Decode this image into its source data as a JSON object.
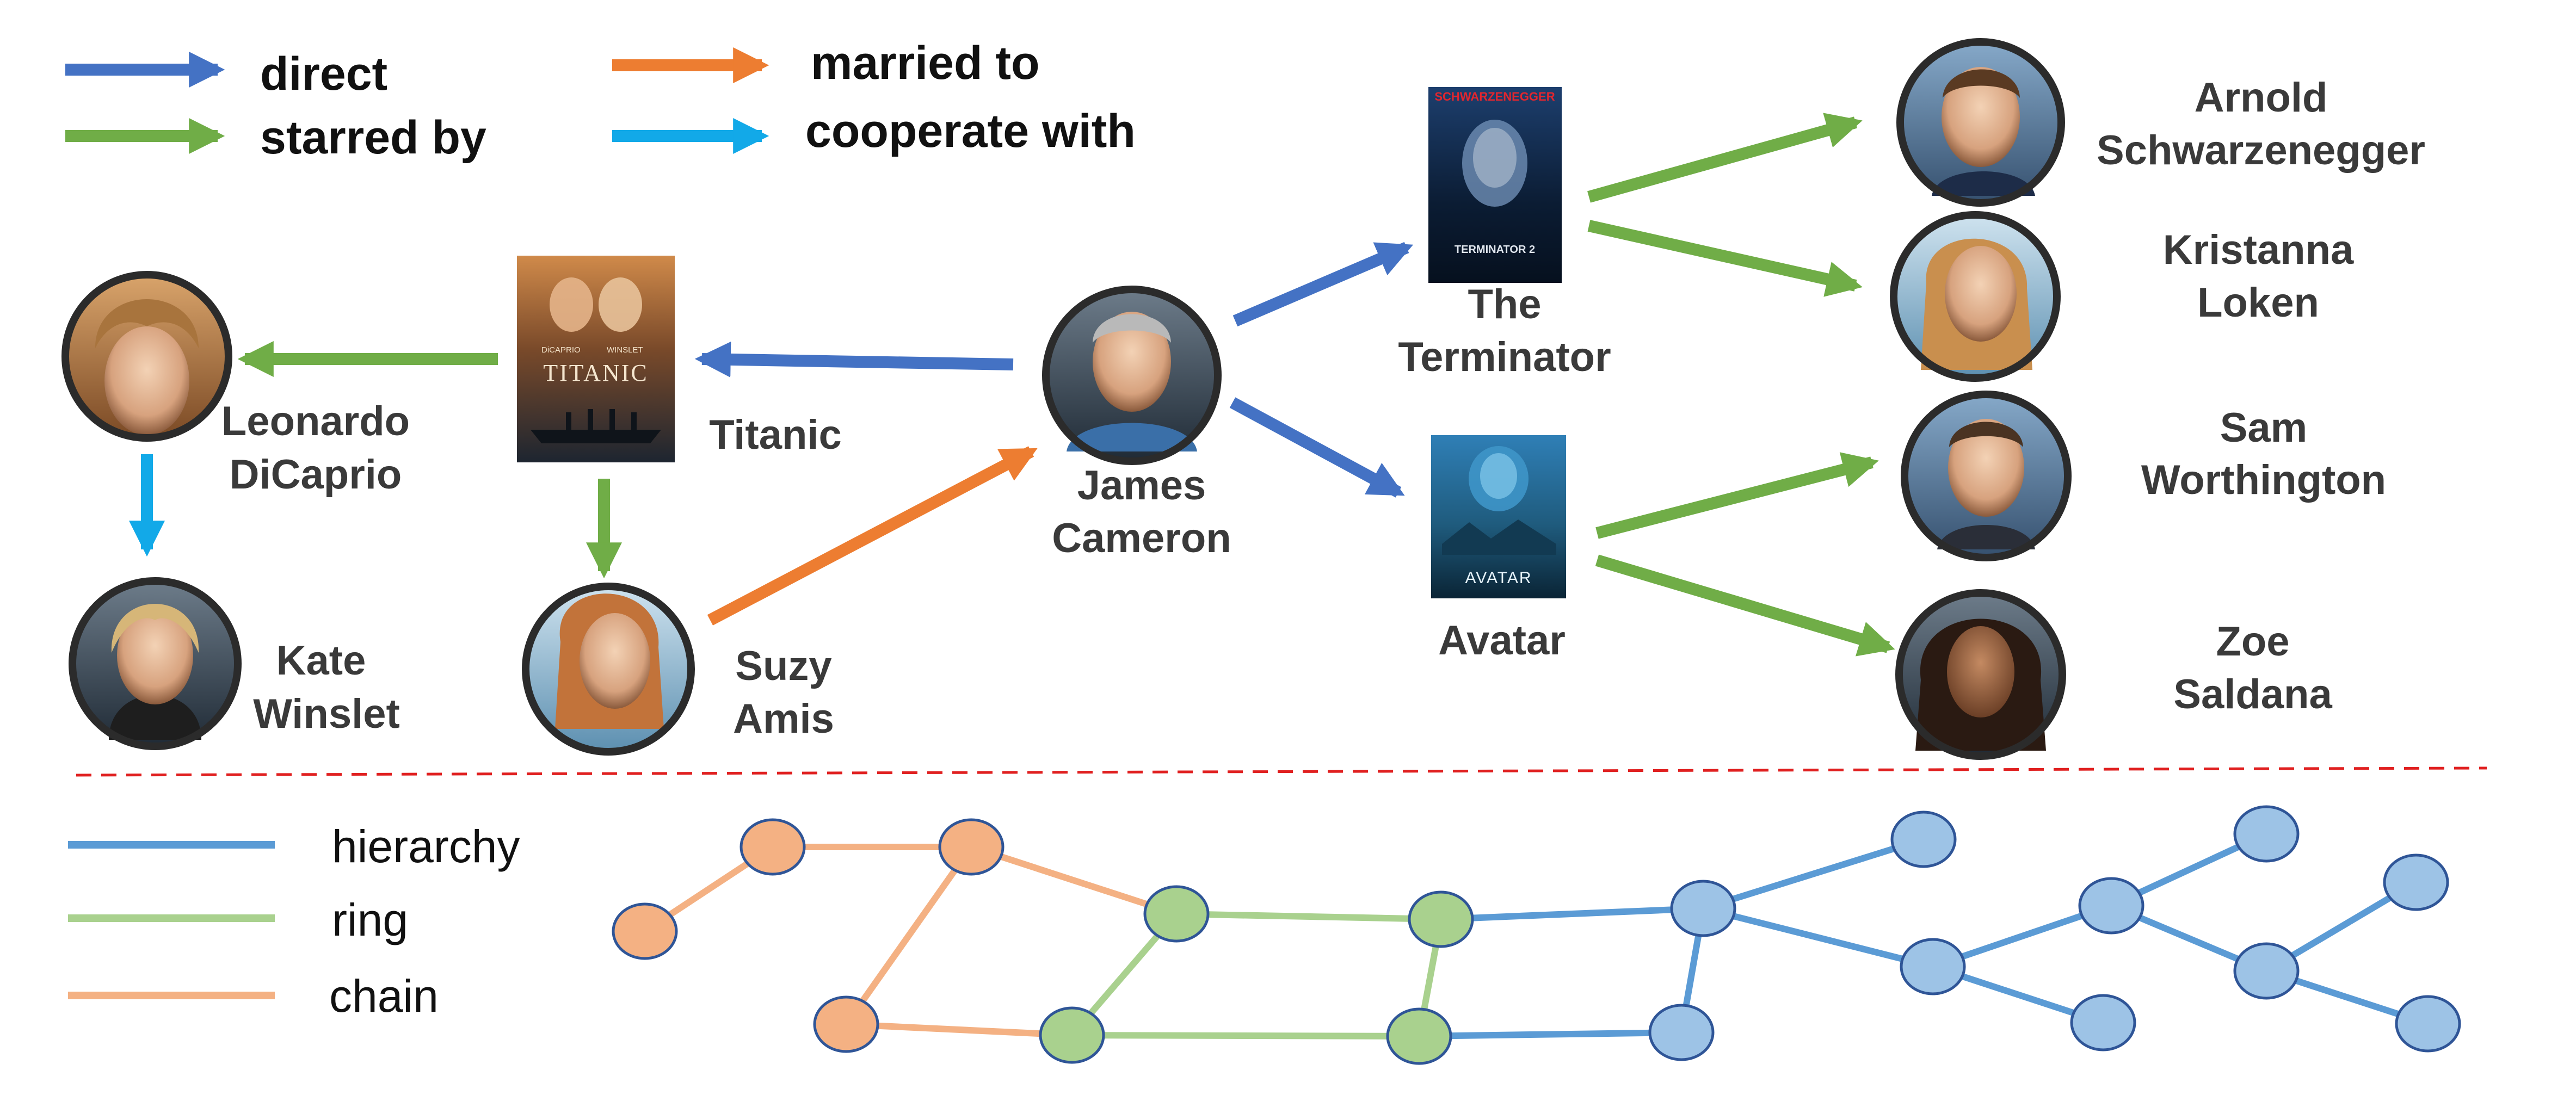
{
  "colors": {
    "direct": "#4472C4",
    "starred_by": "#70AD47",
    "married_to": "#ED7D31",
    "cooperate_with": "#12A9E8",
    "hierarchy": "#5B9BD5",
    "ring": "#A9D18E",
    "chain": "#F4B183",
    "divider": "#E02020"
  },
  "legend_top": {
    "direct": "direct",
    "starred_by": "starred by",
    "married_to": "married to",
    "cooperate_with": "cooperate with"
  },
  "legend_bottom": {
    "hierarchy": "hierarchy",
    "ring": "ring",
    "chain": "chain"
  },
  "people": {
    "leonardo": [
      "Leonardo",
      "DiCaprio"
    ],
    "kate": [
      "Kate",
      "Winslet"
    ],
    "suzy": [
      "Suzy",
      "Amis"
    ],
    "james": [
      "James",
      "Cameron"
    ],
    "arnold": [
      "Arnold",
      "Schwarzenegger"
    ],
    "kristanna": [
      "Kristanna",
      "Loken"
    ],
    "sam": [
      "Sam",
      "Worthington"
    ],
    "zoe": [
      "Zoe",
      "Saldana"
    ]
  },
  "movies": {
    "titanic": "Titanic",
    "terminator": [
      "The",
      "Terminator"
    ],
    "avatar": "Avatar"
  },
  "poster_text": {
    "titanic_title": "TITANIC",
    "titanic_cast": [
      "DiCAPRIO",
      "WINSLET"
    ],
    "terminator_top": "SCHWARZENEGGER",
    "terminator_title": "TERMINATOR 2",
    "avatar_title": "AVATAR"
  }
}
